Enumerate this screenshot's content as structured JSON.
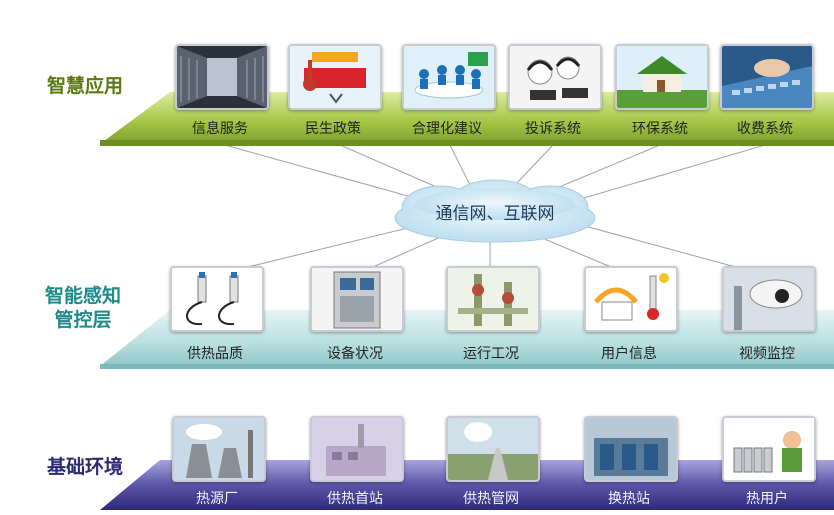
{
  "layers": {
    "application": {
      "label": "智慧应用",
      "items": [
        {
          "label": "信息服务",
          "icon": "server-room-icon"
        },
        {
          "label": "民生政策",
          "icon": "heating-policy-icon"
        },
        {
          "label": "合理化建议",
          "icon": "meeting-people-icon"
        },
        {
          "label": "投诉系统",
          "icon": "call-center-icon"
        },
        {
          "label": "环保系统",
          "icon": "green-house-icon"
        },
        {
          "label": "收费系统",
          "icon": "keyboard-icon"
        }
      ]
    },
    "network": {
      "label": "通信网、互联网"
    },
    "control": {
      "label_line1": "智能感知",
      "label_line2": "管控层",
      "items": [
        {
          "label": "供热品质",
          "icon": "sensor-probe-icon"
        },
        {
          "label": "设备状况",
          "icon": "control-cabinet-icon"
        },
        {
          "label": "运行工况",
          "icon": "valve-pipe-icon"
        },
        {
          "label": "用户信息",
          "icon": "home-thermometer-icon"
        },
        {
          "label": "视频监控",
          "icon": "cctv-camera-icon"
        }
      ]
    },
    "infrastructure": {
      "label": "基础环境",
      "items": [
        {
          "label": "热源厂",
          "icon": "power-plant-icon"
        },
        {
          "label": "供热首站",
          "icon": "heating-station-icon"
        },
        {
          "label": "供热管网",
          "icon": "pipeline-icon"
        },
        {
          "label": "换热站",
          "icon": "exchange-station-icon"
        },
        {
          "label": "热用户",
          "icon": "radiator-user-icon"
        }
      ]
    }
  },
  "colors": {
    "application_platform": "#a8c84a",
    "application_label": "#5a7a12",
    "control_platform": "#b8dfe0",
    "control_label": "#1f8a8a",
    "infrastructure_platform": "#5a55a8",
    "infrastructure_label": "#2a2a6e",
    "cloud": "#cfe6f4"
  }
}
